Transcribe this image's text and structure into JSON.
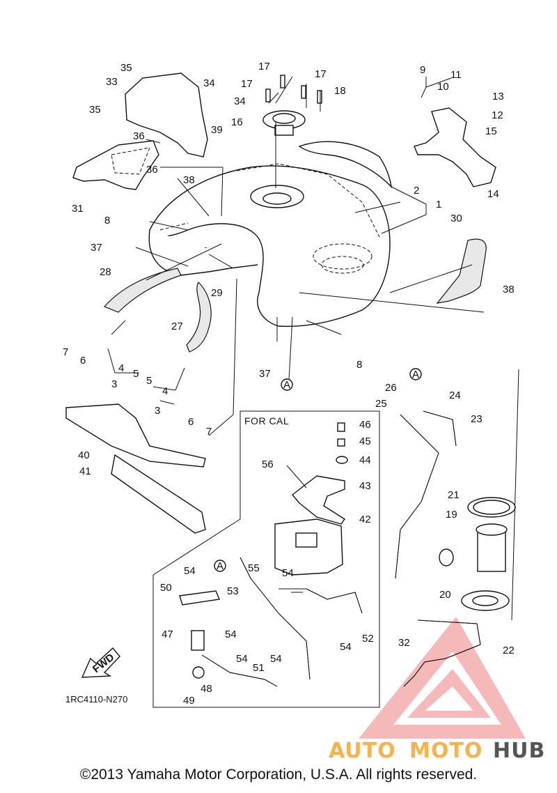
{
  "diagram": {
    "document_code": "1RC4110-N270",
    "inset_label": "FOR CAL",
    "fwd_label": "FWD",
    "copyright": "©2013 Yamaha Motor Corporation, U.S.A. All rights reserved.",
    "ref_marker": "A",
    "part_numbers": [
      "1",
      "2",
      "3",
      "4",
      "5",
      "6",
      "7",
      "8",
      "9",
      "10",
      "11",
      "12",
      "13",
      "14",
      "15",
      "16",
      "17",
      "18",
      "19",
      "20",
      "21",
      "22",
      "23",
      "24",
      "25",
      "26",
      "27",
      "28",
      "29",
      "30",
      "31",
      "32",
      "33",
      "34",
      "35",
      "36",
      "37",
      "38",
      "39",
      "40",
      "41",
      "42",
      "43",
      "44",
      "45",
      "46",
      "47",
      "48",
      "49",
      "50",
      "51",
      "52",
      "53",
      "54",
      "55",
      "56"
    ]
  },
  "watermark": {
    "auto": "AUTO",
    "moto": "MOTO",
    "hub": "HUB",
    "colors": {
      "triangle": "#f08080",
      "auto": "#f7b24a",
      "moto": "#f7b24a",
      "hub": "#555555"
    }
  }
}
